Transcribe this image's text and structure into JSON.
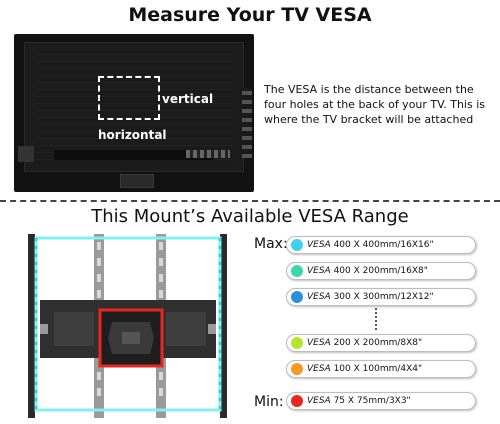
{
  "top": {
    "title": "Measure Your TV VESA",
    "label_vertical": "vertical",
    "label_horizontal": "horizontal",
    "description": "The VESA is the distance between the four holes at the back of your TV. This is where the TV bracket will be attached"
  },
  "bottom": {
    "title": "This Mount’s Available VESA Range",
    "label_max": "Max:",
    "label_min": "Min:",
    "sizes": [
      {
        "prefix": "VESA",
        "text": " 400 X 400mm/16X16\"",
        "color": "#3fd0f0"
      },
      {
        "prefix": "VESA",
        "text": " 400 X 200mm/16X8\"",
        "color": "#3ed6b0"
      },
      {
        "prefix": "VESA",
        "text": " 300 X 300mm/12X12\"",
        "color": "#2a8fe0"
      },
      {
        "prefix": "VESA",
        "text": " 200 X 200mm/8X8\"",
        "color": "#b5e62c"
      },
      {
        "prefix": "VESA",
        "text": " 100 X 100mm/4X4\"",
        "color": "#f59a23"
      },
      {
        "prefix": "VESA",
        "text": " 75 X 75mm/3X3\"",
        "color": "#e8281e"
      }
    ]
  },
  "colors": {
    "cyan_frame": "#7ff0f5",
    "green_dots": "#3ed6b0",
    "red_square": "#e8281e",
    "mount_dark": "#2a2a2a",
    "mount_gray": "#9a9a9a"
  }
}
